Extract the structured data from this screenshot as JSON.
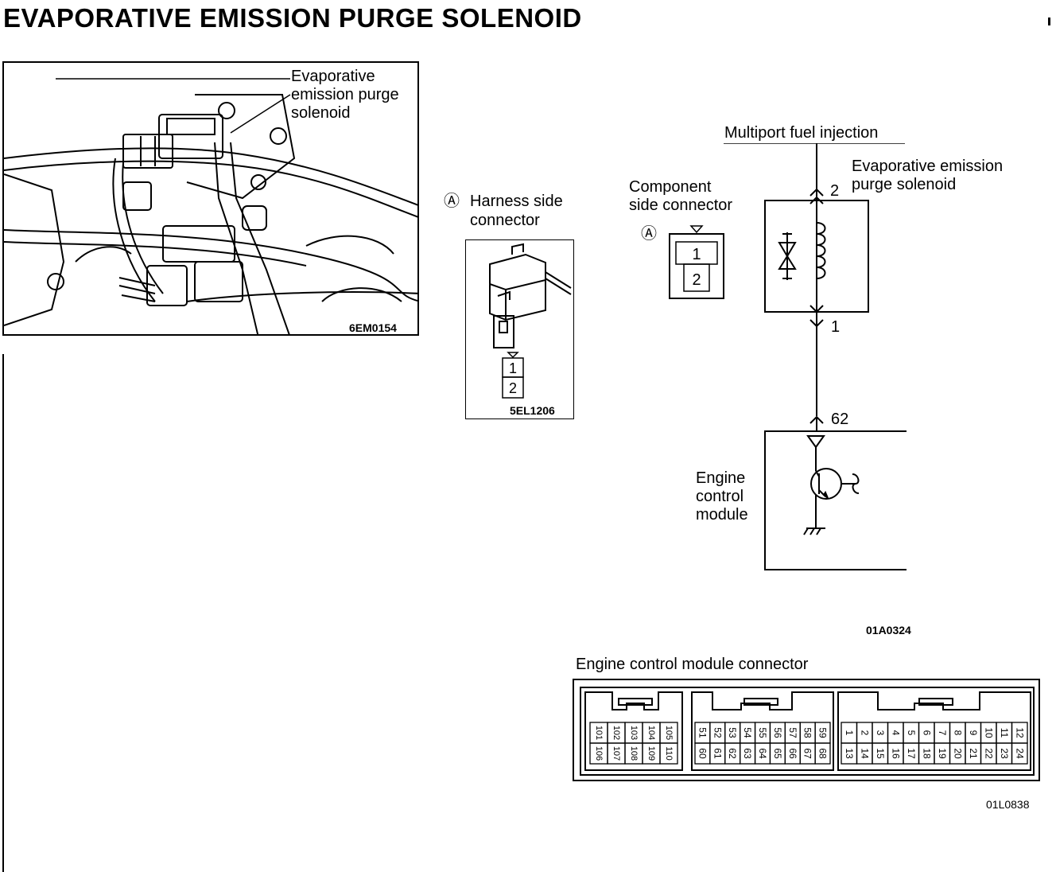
{
  "title": "EVAPORATIVE EMISSION PURGE SOLENOID",
  "photo": {
    "callout_line1": "Evaporative",
    "callout_line2": "emission purge",
    "callout_line3": "solenoid",
    "code": "6EM0154"
  },
  "harness": {
    "marker": "Ⓐ",
    "label_line1": "Harness side",
    "label_line2": "connector",
    "pins": [
      "1",
      "2"
    ],
    "code": "5EL1206"
  },
  "component": {
    "label_line1": "Component",
    "label_line2": "side connector",
    "marker": "Ⓐ",
    "pins": [
      "1",
      "2"
    ]
  },
  "circuit": {
    "supply": "Multiport fuel injection",
    "solenoid_line1": "Evaporative emission",
    "solenoid_line2": "purge solenoid",
    "pin_top": "2",
    "pin_bottom": "1",
    "ecm_pin": "62",
    "ecm_line1": "Engine",
    "ecm_line2": "control",
    "ecm_line3": "module",
    "code": "01A0324"
  },
  "ecm_connector": {
    "title": "Engine control module connector",
    "code": "01L0838",
    "groups": [
      {
        "top": [
          "101",
          "102",
          "103",
          "104",
          "105"
        ],
        "bottom": [
          "106",
          "107",
          "108",
          "109",
          "110"
        ]
      },
      {
        "top": [
          "51",
          "52",
          "53",
          "54",
          "55",
          "56",
          "57",
          "58",
          "59"
        ],
        "bottom": [
          "60",
          "61",
          "62",
          "63",
          "64",
          "65",
          "66",
          "67",
          "68"
        ]
      },
      {
        "top": [
          "1",
          "2",
          "3",
          "4",
          "5",
          "6",
          "7",
          "8",
          "9",
          "10",
          "11",
          "12"
        ],
        "bottom": [
          "13",
          "14",
          "15",
          "16",
          "17",
          "18",
          "19",
          "20",
          "21",
          "22",
          "23",
          "24"
        ]
      }
    ]
  }
}
